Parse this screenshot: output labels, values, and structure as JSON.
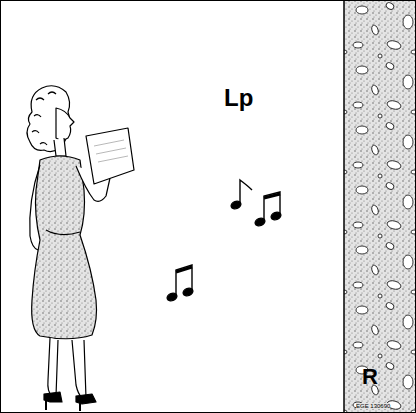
{
  "diagram": {
    "labels": [
      "Lp",
      "R",
      "EGE 130690"
    ]
  }
}
